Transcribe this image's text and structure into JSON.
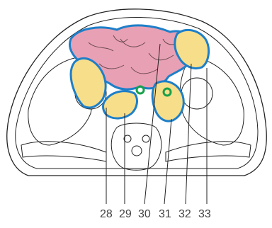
{
  "labels": {
    "l28": "28",
    "l29": "29",
    "l30": "30",
    "l31": "31",
    "l32": "32",
    "l33": "33"
  },
  "colors": {
    "outline": "#222222",
    "region_border": "#1e7fc8",
    "pink_region": "#e8a0b4",
    "yellow_region": "#f7de8a",
    "green_dot": "#19a04a"
  }
}
